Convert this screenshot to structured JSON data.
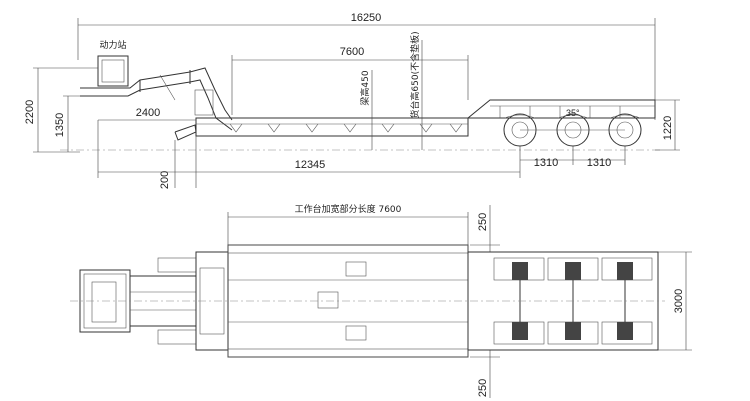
{
  "side_view": {
    "overall_length": "16250",
    "deck_length": "7600",
    "power_station_label": "动力站",
    "beam_height": "梁高450",
    "deck_height": "货台高650(不含垫板)",
    "height_total": "2200",
    "height_neck": "1350",
    "gooseneck_len": "2400",
    "rear_height": "1220",
    "wheelbase_total": "12345",
    "front_overhang": "200",
    "axle_spacing_1": "1310",
    "axle_spacing_2": "1310",
    "axle_note": "35°"
  },
  "top_view": {
    "platform_label": "工作台加宽部分长度 7600",
    "side_ext_top": "250",
    "side_ext_bottom": "250",
    "overall_width": "3000"
  }
}
